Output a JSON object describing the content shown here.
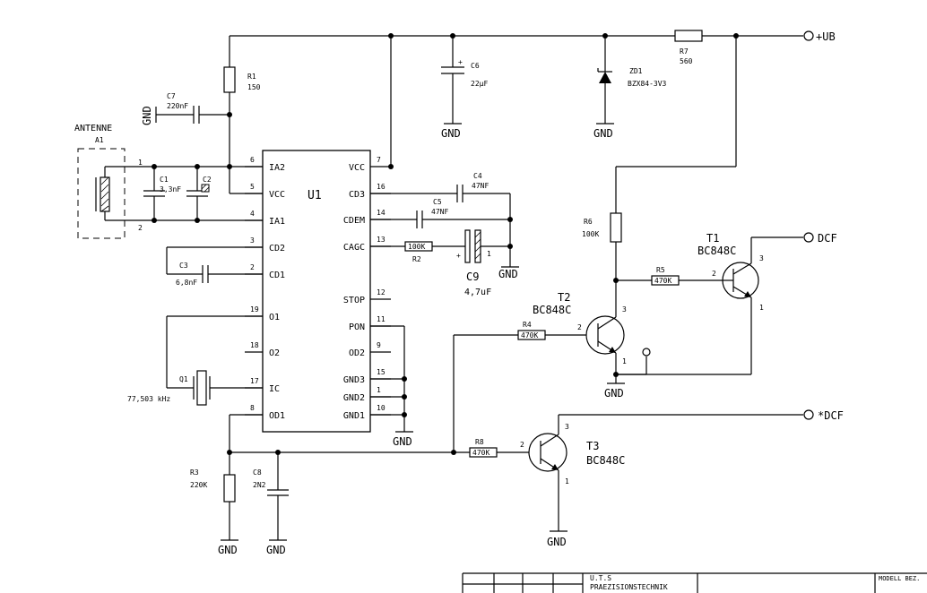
{
  "ports": {
    "ub": "+UB",
    "dcf": "DCF",
    "ndcf": "*DCF"
  },
  "ground": "GND",
  "antenna": {
    "title": "ANTENNE",
    "ref": "A1",
    "pin1": "1",
    "pin2": "2"
  },
  "ic": {
    "ref": "U1",
    "left_pins": [
      {
        "num": "6",
        "name": "IA2"
      },
      {
        "num": "5",
        "name": "VCC"
      },
      {
        "num": "4",
        "name": "IA1"
      },
      {
        "num": "3",
        "name": "CD2"
      },
      {
        "num": "2",
        "name": "CD1"
      },
      {
        "num": "19",
        "name": "O1"
      },
      {
        "num": "18",
        "name": "O2"
      },
      {
        "num": "17",
        "name": "IC"
      },
      {
        "num": "8",
        "name": "OD1"
      }
    ],
    "right_pins": [
      {
        "num": "7",
        "name": "VCC"
      },
      {
        "num": "16",
        "name": "CD3"
      },
      {
        "num": "14",
        "name": "CDEM"
      },
      {
        "num": "13",
        "name": "CAGC"
      },
      {
        "num": "12",
        "name": "STOP"
      },
      {
        "num": "11",
        "name": "PON"
      },
      {
        "num": "9",
        "name": "OD2"
      },
      {
        "num": "15",
        "name": "GND3"
      },
      {
        "num": "1",
        "name": "GND2"
      },
      {
        "num": "10",
        "name": "GND1"
      }
    ]
  },
  "components": {
    "R1": {
      "ref": "R1",
      "value": "150"
    },
    "R2": {
      "ref": "R2",
      "value": "100K"
    },
    "R3": {
      "ref": "R3",
      "value": "220K"
    },
    "R4": {
      "ref": "R4",
      "value": "470K"
    },
    "R5": {
      "ref": "R5",
      "value": "470K"
    },
    "R6": {
      "ref": "R6",
      "value": "100K"
    },
    "R7": {
      "ref": "R7",
      "value": "560"
    },
    "R8": {
      "ref": "R8",
      "value": "470K"
    },
    "C1": {
      "ref": "C1",
      "value": "3,3nF"
    },
    "C2": {
      "ref": "C2",
      "value": ""
    },
    "C3": {
      "ref": "C3",
      "value": "6,8nF"
    },
    "C4": {
      "ref": "C4",
      "value": "47NF"
    },
    "C5": {
      "ref": "C5",
      "value": "47NF"
    },
    "C6": {
      "ref": "C6",
      "value": "22μF",
      "mark": "+"
    },
    "C7": {
      "ref": "C7",
      "value": "220nF"
    },
    "C8": {
      "ref": "C8",
      "value": "2N2"
    },
    "C9": {
      "ref": "C9",
      "value": "4,7uF",
      "plus": "+",
      "pin": "1"
    },
    "Q1": {
      "ref": "Q1",
      "value": "77,503 kHz"
    },
    "ZD1": {
      "ref": "ZD1",
      "value": "BZX84-3V3"
    }
  },
  "transistors": [
    {
      "ref": "T1",
      "type": "BC848C",
      "b": "2",
      "c": "3",
      "e": "1"
    },
    {
      "ref": "T2",
      "type": "BC848C",
      "b": "2",
      "c": "3",
      "e": "1"
    },
    {
      "ref": "T3",
      "type": "BC848C",
      "b": "2",
      "c": "3",
      "e": "1"
    }
  ],
  "titleblock": {
    "company_1": "U.T.S",
    "company_2": "PRAEZISIONSTECHNIK",
    "model": "MODELL BEZ."
  }
}
